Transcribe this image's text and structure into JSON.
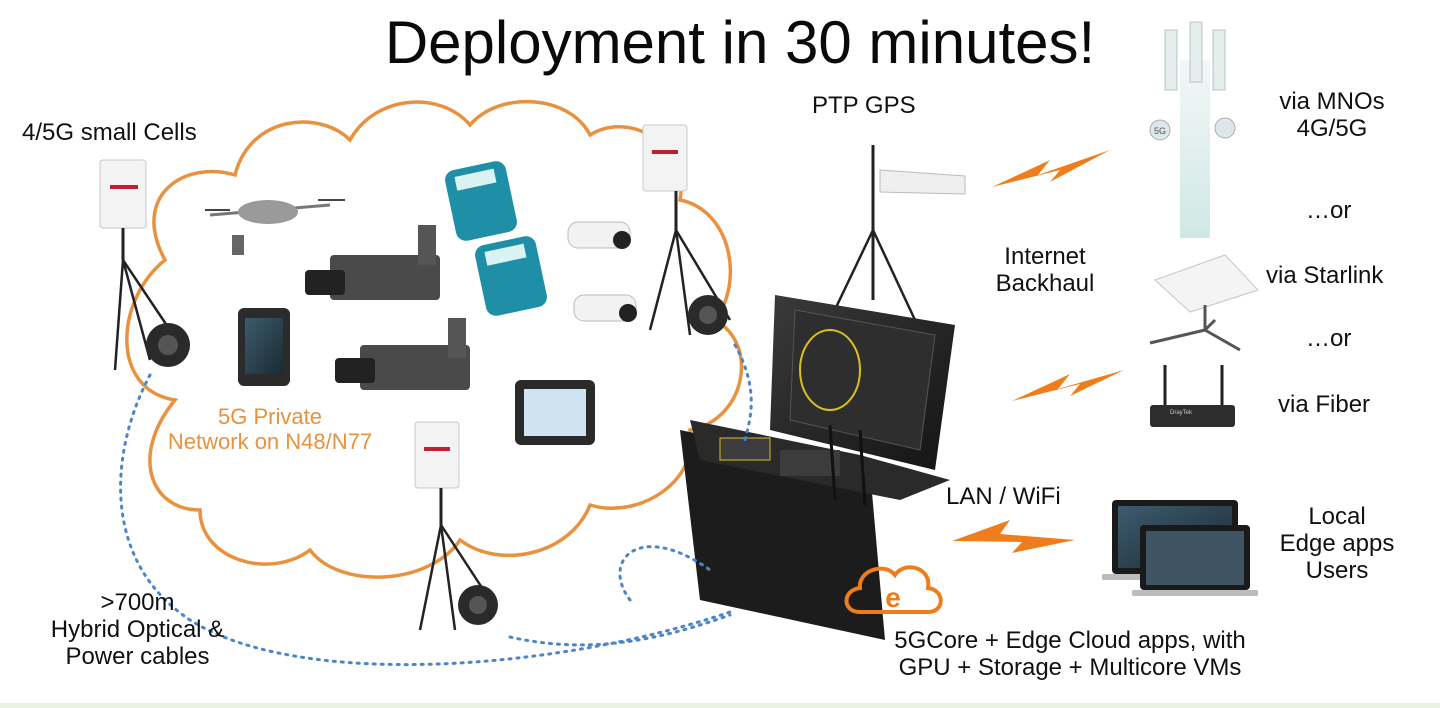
{
  "title": "Deployment in 30 minutes!",
  "labels": {
    "small_cells": "4/5G small Cells",
    "private_network": [
      "5G Private",
      "Network on N48/N77"
    ],
    "cables": [
      ">700m",
      "Hybrid Optical &",
      "Power cables"
    ],
    "ptp_gps": "PTP GPS",
    "internet_backhaul": [
      "Internet",
      "Backhaul"
    ],
    "via_mnos": [
      "via MNOs",
      "4G/5G"
    ],
    "or_1": "…or",
    "via_starlink": "via Starlink",
    "or_2": "…or",
    "via_fiber": "via Fiber",
    "lan_wifi": "LAN / WiFi",
    "local_edge": [
      "Local",
      "Edge apps",
      "Users"
    ],
    "core": [
      "5GCore + Edge Cloud apps, with",
      "GPU + Storage + Multicore VMs"
    ]
  },
  "icons": {
    "cloud_logo_letter": "e",
    "mast_badge": "5G",
    "pos_brand": "",
    "router_brand": "DrayTek"
  },
  "colors": {
    "accent_orange": "#e8913f",
    "lightning_orange": "#f07d1c",
    "dotted_blue": "#4a86c8",
    "text": "#111111"
  }
}
